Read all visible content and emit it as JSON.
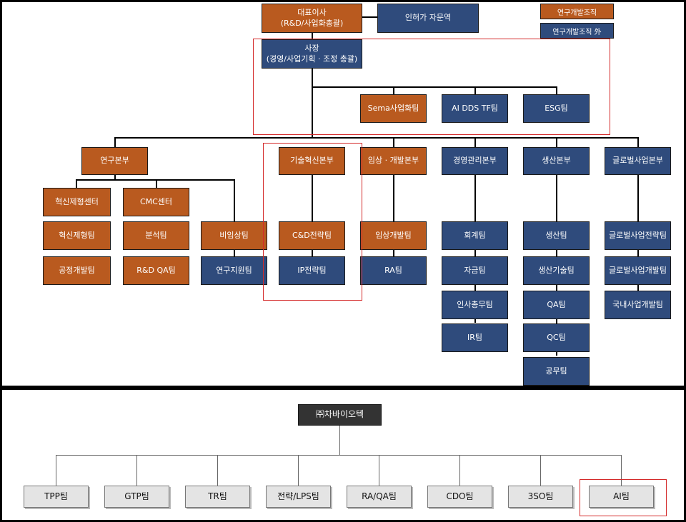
{
  "legend": {
    "rnd": "연구개발조직",
    "non_rnd": "연구개발조직 外"
  },
  "top": {
    "ceo": {
      "line1": "대표이사",
      "line2": "(R&D/사업화총괄)"
    },
    "advisor": "인허가 자문역",
    "president": {
      "line1": "사장",
      "line2": "(경영/사업기획 · 조정 총괄)"
    },
    "staff_teams": [
      "Sema사업화팀",
      "AI DDS TF팀",
      "ESG팀"
    ],
    "divisions": {
      "research": "연구본부",
      "tech": "기술혁신본부",
      "clinical": "임상 · 개발본부",
      "management": "경영관리본부",
      "production": "생산본부",
      "global": "글로벌사업본부"
    },
    "research_units": {
      "innovation_center": "혁신제형센터",
      "cmc_center": "CMC센터",
      "innovation_team": "혁신제형팀",
      "process_team": "공정개발팀",
      "analysis_team": "분석팀",
      "rdqa_team": "R&D QA팀",
      "nonclinical_team": "비임상팀",
      "support_team": "연구지원팀"
    },
    "tech_units": [
      "C&D전략팀",
      "IP전략팀"
    ],
    "clinical_units": [
      "임상개발팀",
      "RA팀"
    ],
    "management_units": [
      "회계팀",
      "자금팀",
      "인사총무팀",
      "IR팀"
    ],
    "production_units": [
      "생산팀",
      "생산기술팀",
      "QA팀",
      "QC팀",
      "공무팀"
    ],
    "global_units": [
      "글로벌사업전략팀",
      "글로벌사업개발팀",
      "국내사업개발팀"
    ]
  },
  "bottom": {
    "company": "㈜차바이오텍",
    "teams": [
      "TPP팀",
      "GTP팀",
      "TR팀",
      "전략/LPS팀",
      "RA/QA팀",
      "CDO팀",
      "3SO팀",
      "AI팀"
    ]
  },
  "colors": {
    "rnd": "#b95a1f",
    "non_rnd": "#2f4b7c",
    "highlight": "#d42a2a"
  }
}
